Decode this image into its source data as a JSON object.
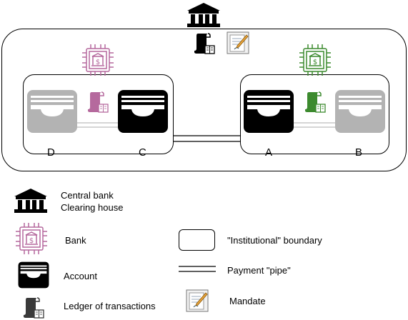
{
  "nodes": {
    "D": "D",
    "C": "C",
    "A": "A",
    "B": "B"
  },
  "legend": {
    "central_bank_line1": "Central bank",
    "central_bank_line2": "Clearing house",
    "bank": "Bank",
    "account": "Account",
    "ledger": "Ledger of transactions",
    "institutional_boundary": "\"Institutional\" boundary",
    "payment_pipe": "Payment \"pipe\"",
    "mandate": "Mandate"
  },
  "colors": {
    "left_bank": "#b5699d",
    "right_bank": "#3c8a2e",
    "inactive_account": "#b3b3b3",
    "active_account": "#000000"
  },
  "icons": {
    "central_bank": "bank-building-icon",
    "bank": "chip-bank-icon",
    "account": "wallet-icon",
    "ledger": "scroll-ledger-icon",
    "mandate": "signed-document-icon"
  }
}
